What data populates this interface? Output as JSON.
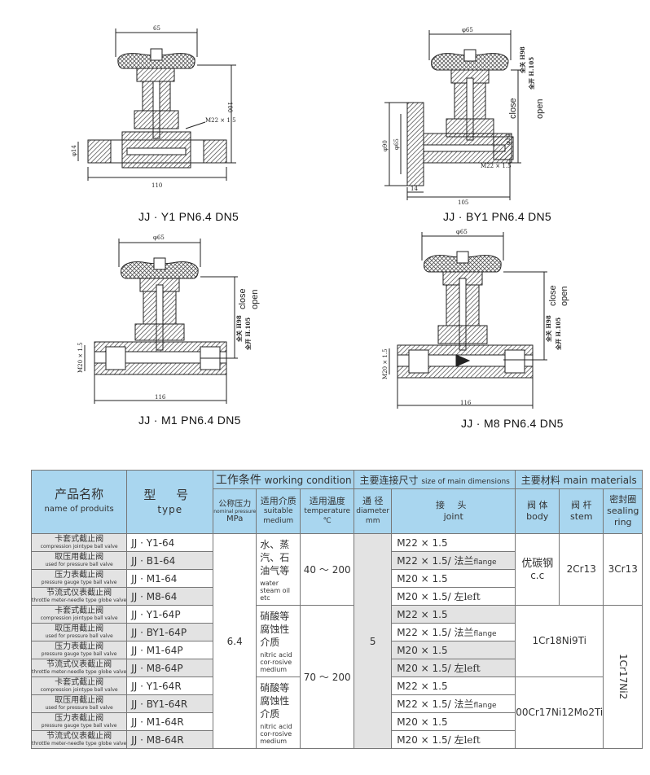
{
  "drawings": [
    {
      "caption": "JJ · Y1   PN6.4   DN5",
      "dims": {
        "width": "65",
        "height": "100",
        "thread": "M22 × 1.5",
        "length": "110",
        "port": "φ14"
      }
    },
    {
      "caption": "JJ · BY1   PN6.4   DN5",
      "dims": {
        "width": "φ65",
        "flange_od": "φ90",
        "flange_id": "φ65",
        "thread": "M22 × 1.5",
        "length": "105",
        "flange_thk": "14",
        "port": "φ14",
        "close_zh": "全关 H98",
        "open_zh": "全开 H.105"
      },
      "labels": {
        "close": "close",
        "open": "open"
      }
    },
    {
      "caption": "JJ · M1  PN6.4   DN5",
      "dims": {
        "width": "φ65",
        "thread": "M20 × 1.5",
        "length": "116",
        "close_zh": "全关 H98",
        "open_zh": "全开 H.105"
      },
      "labels": {
        "close": "close",
        "open": "open"
      }
    },
    {
      "caption": "JJ · M8  PN6.4  DN5",
      "dims": {
        "width": "φ65",
        "thread": "M20 × 1.5",
        "length": "116",
        "close_zh": "全关 H98",
        "open_zh": "全开 H.105"
      },
      "labels": {
        "close": "close",
        "open": "open"
      }
    }
  ],
  "table": {
    "header": {
      "name_zh": "产品名称",
      "name_en": "name of produits",
      "type_zh": "型 号",
      "type_en": "type",
      "work_zh": "工作条件",
      "work_en": "working condition",
      "conn_zh": "主要连接尺寸",
      "conn_en": "size of main dimensions",
      "mat_zh": "主要材料",
      "mat_en": "main materials",
      "pressure_zh": "公称压力",
      "pressure_en": "nominal pressure",
      "pressure_unit": "MPa",
      "medium_zh": "适用介质",
      "medium_en": "suitable medium",
      "temp_zh": "适用温度",
      "temp_en": "temperature",
      "temp_unit": "℃",
      "dia_zh": "通 径",
      "dia_en": "diameter",
      "dia_unit": "mm",
      "joint_zh": "接  头",
      "joint_en": "joint",
      "body_zh": "阀 体",
      "body_en": "body",
      "stem_zh": "阀 杆",
      "stem_en": "stem",
      "seal_zh": "密封圈",
      "seal_en": "sealing ring"
    },
    "rows": [
      {
        "name_zh": "卡套式截止阀",
        "name_en": "compression jointype ball valve",
        "model": "JJ · Y1-64",
        "joint": "M22 × 1.5",
        "joint_suffix": ""
      },
      {
        "name_zh": "取压用截止阀",
        "name_en": "used for pressure ball valve",
        "model": "JJ · B1-64",
        "joint": "M22 × 1.5/ 法兰",
        "joint_suffix": "flange"
      },
      {
        "name_zh": "压力表截止阀",
        "name_en": "pressure gauge type ball valve",
        "model": "JJ · M1-64",
        "joint": "M20 × 1.5",
        "joint_suffix": ""
      },
      {
        "name_zh": "节流式仪表截止阀",
        "name_en": "throttle meter-needle type globe valve",
        "model": "JJ · M8-64",
        "joint": "M20 × 1.5/ 左",
        "joint_suffix": "left"
      },
      {
        "name_zh": "卡套式截止阀",
        "name_en": "compression jointype ball valve",
        "model": "JJ · Y1-64P",
        "joint": "M22 × 1.5",
        "joint_suffix": ""
      },
      {
        "name_zh": "取压用截止阀",
        "name_en": "used for pressure ball valve",
        "model": "JJ · BY1-64P",
        "joint": "M22 × 1.5/ 法兰",
        "joint_suffix": "flange"
      },
      {
        "name_zh": "压力表截止阀",
        "name_en": "pressure gauge type ball valve",
        "model": "JJ · M1-64P",
        "joint": "M20 × 1.5",
        "joint_suffix": ""
      },
      {
        "name_zh": "节流式仪表截止阀",
        "name_en": "throttle meter-needle type globe valve",
        "model": "JJ · M8-64P",
        "joint": "M20 × 1.5/ 左",
        "joint_suffix": "left"
      },
      {
        "name_zh": "卡套式截止阀",
        "name_en": "compression jointype ball valve",
        "model": "JJ · Y1-64R",
        "joint": "M22 × 1.5",
        "joint_suffix": ""
      },
      {
        "name_zh": "取压用截止阀",
        "name_en": "used for pressure ball valve",
        "model": "JJ · BY1-64R",
        "joint": "M22 × 1.5/ 法兰",
        "joint_suffix": "flange"
      },
      {
        "name_zh": "压力表截止阀",
        "name_en": "pressure gauge type ball valve",
        "model": "JJ · M1-64R",
        "joint": "M20 × 1.5",
        "joint_suffix": ""
      },
      {
        "name_zh": "节流式仪表截止阀",
        "name_en": "throttle meter-needle type globe valve",
        "model": "JJ · M8-64R",
        "joint": "M20 × 1.5/ 左",
        "joint_suffix": "left"
      }
    ],
    "pressure": "6.4",
    "diameter": "5",
    "groups": [
      {
        "medium_zh": "水、蒸汽、石油气等",
        "medium_en": "water steam oil etc",
        "temp": "40 ～ 200",
        "body": "优碳钢",
        "body_en": "c.c",
        "stem": "2Cr13",
        "seal": "3Cr13"
      },
      {
        "medium_zh": "硝酸等腐蚀性介质",
        "medium_en": "nitric acid cor-rosive medium",
        "temp": "70 ～ 200",
        "body": "1Cr18Ni9Ti",
        "seal": "1Cr17Ni2"
      },
      {
        "medium_zh": "硝酸等腐蚀性介质",
        "medium_en": "nitric acid cor-rosive medium",
        "body": "00Cr17Ni12Mo2Ti"
      }
    ]
  }
}
